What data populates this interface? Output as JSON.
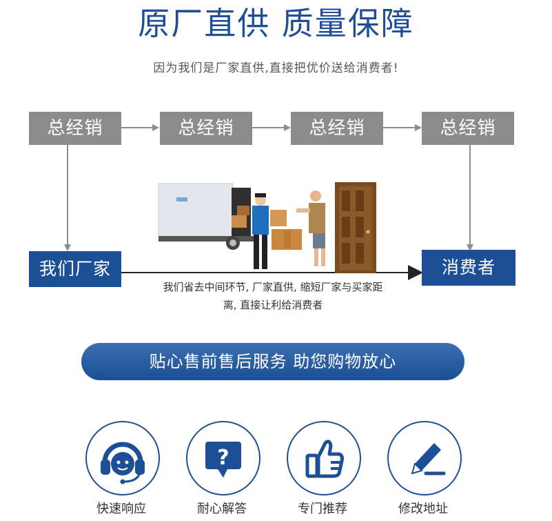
{
  "header": {
    "title": "原厂直供  质量保障",
    "subtitle": "因为我们是厂家直供,直接把优价送给消费者!"
  },
  "flow": {
    "distributors": [
      "总经销",
      "总经销",
      "总经销",
      "总经销"
    ],
    "factory_label": "我们厂家",
    "consumer_label": "消费者",
    "note_line1": "我们省去中间环节, 厂家直供, 缩短厂家与买家距",
    "note_line2": "离, 直接让利给消费者"
  },
  "banner": {
    "text": "贴心售前售后服务  助您购物放心"
  },
  "services": [
    {
      "label": "快速响应",
      "icon": "headset-icon"
    },
    {
      "label": "耐心解答",
      "icon": "question-bubble-icon"
    },
    {
      "label": "专门推荐",
      "icon": "thumbs-up-icon"
    },
    {
      "label": "修改地址",
      "icon": "pen-edit-icon"
    }
  ],
  "colors": {
    "brand_blue": "#1d4f97",
    "gray_box": "#8c8c8c"
  }
}
